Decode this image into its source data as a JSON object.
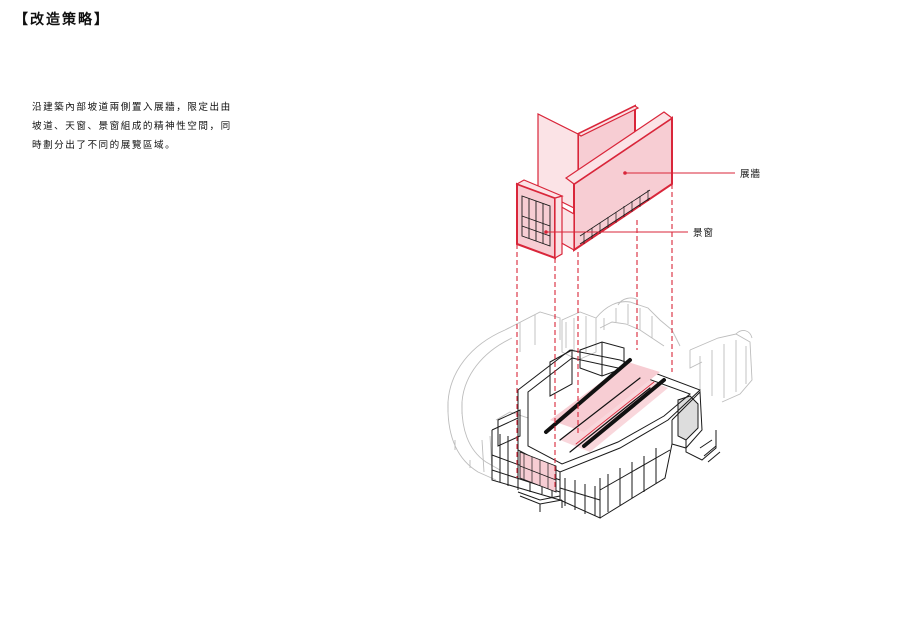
{
  "title": "【改造策略】",
  "description": [
    "沿建築內部坡道兩側置入展牆，限定出由",
    "坡道、天窗、景窗組成的精神性空間，同",
    "時劃分出了不同的展覽區域。"
  ],
  "labels": {
    "exhibition_wall": "展牆",
    "view_window": "景窗"
  },
  "colors": {
    "accent": "#d9263a",
    "accent_fill": "#f7cdd3",
    "line": "#1a1a1a",
    "ghost": "#bdbdbd"
  }
}
